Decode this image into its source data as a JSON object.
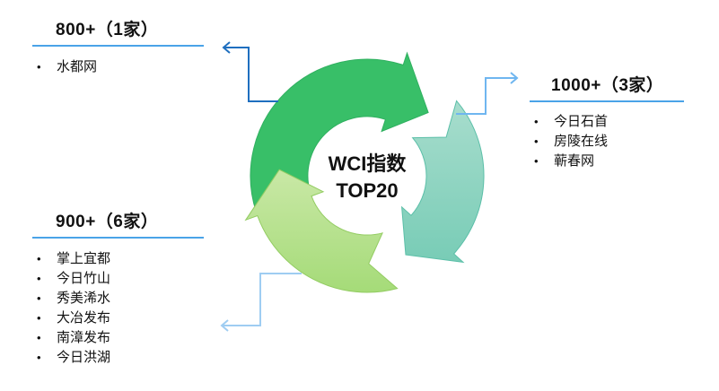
{
  "center": {
    "line1": "WCI指数",
    "line2": "TOP20"
  },
  "groups": [
    {
      "title": "800+（1家）",
      "items": [
        "水都网"
      ]
    },
    {
      "title": "1000+（3家）",
      "items": [
        "今日石首",
        "房陵在线",
        "蕲春网"
      ]
    },
    {
      "title": "900+（6家）",
      "items": [
        "掌上宜都",
        "今日竹山",
        "秀美浠水",
        "大冶发布",
        "南漳发布",
        "今日洪湖"
      ]
    }
  ],
  "colors": {
    "dark_green": "#38bf68",
    "teal": "#8fd5c2",
    "light_green": "#b5df8c",
    "rule": "#4aa3e8",
    "connector_dark": "#1f6fbf",
    "connector_light": "#6fb6f0"
  }
}
